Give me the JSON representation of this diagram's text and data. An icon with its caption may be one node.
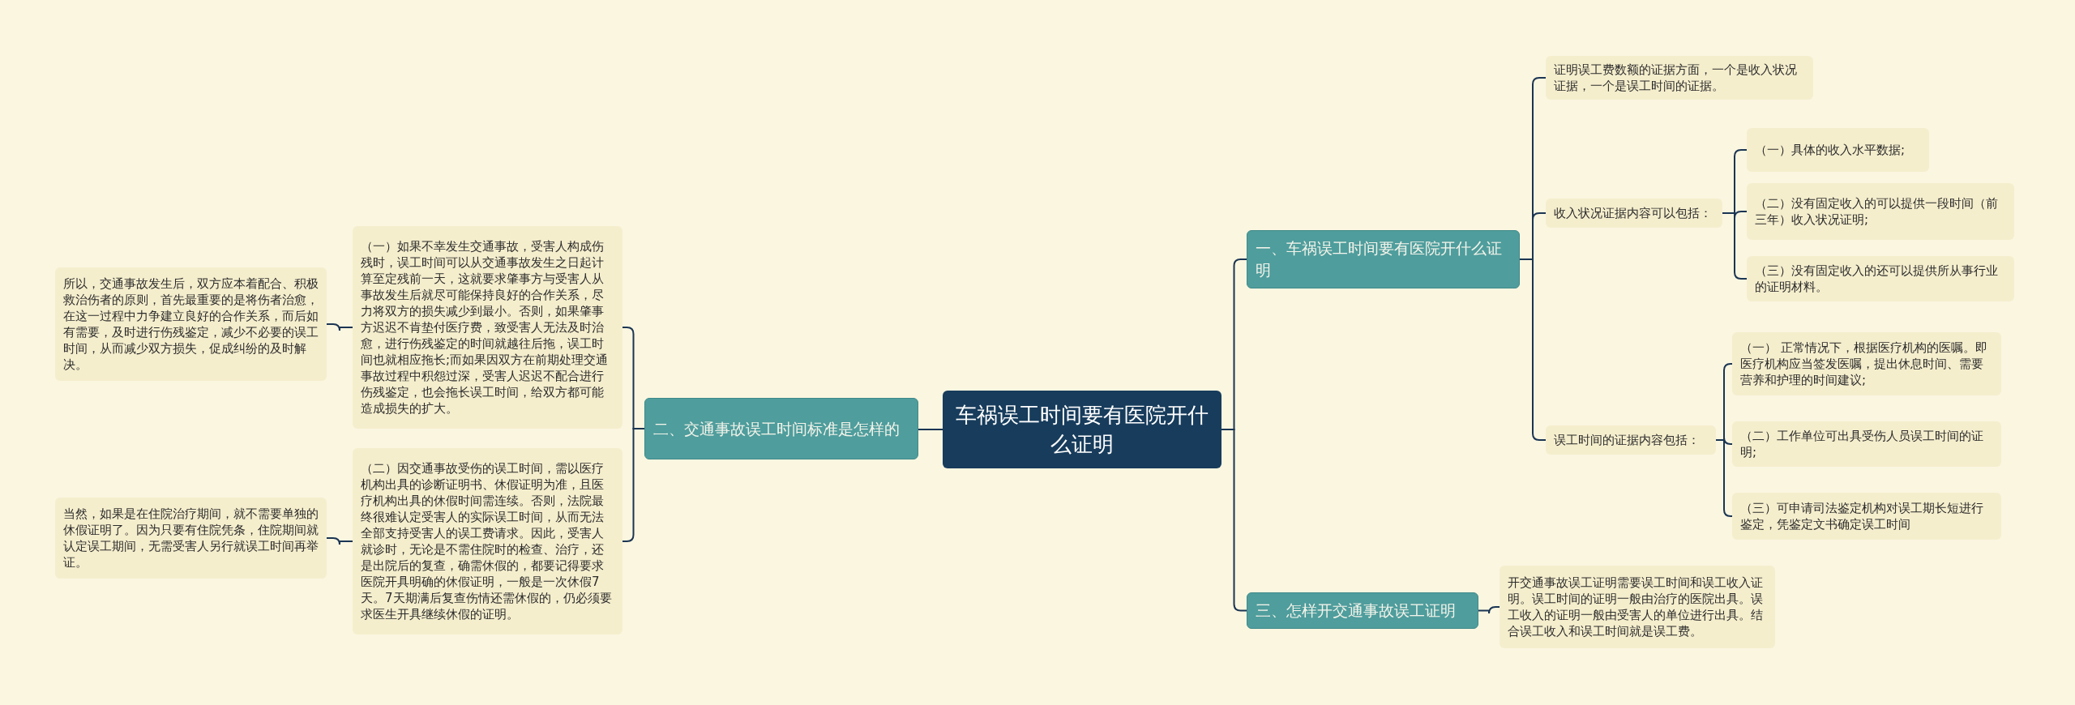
{
  "diagram": {
    "nodes": [
      {
        "text": [
          "车祸误工时间要有医院开什么证明"
        ]
      },
      {
        "text": [
          "一、车祸误工时间要有医院开什么证明"
        ]
      },
      {
        "text": [
          "证明误工费数额的证据方面，一个是收入状况证据，一个是误工时间的证据。"
        ]
      },
      {
        "text": [
          "收入状况证据内容可以包括："
        ]
      },
      {
        "text": [
          "（一）具体的收入水平数据;"
        ]
      },
      {
        "text": [
          "（二）没有固定收入的可以提供一段时间（前三年）收入状况证明;"
        ]
      },
      {
        "text": [
          "（三）没有固定收入的还可以提供所从事行业的证明材料。"
        ]
      },
      {
        "text": [
          "误工时间的证据内容包括："
        ]
      },
      {
        "text": [
          "（一） 正常情况下，根据医疗机构的医嘱。即医疗机构应当签发医嘱，提出休息时间、需要营养和护理的时间建议;"
        ]
      },
      {
        "text": [
          "（二）工作单位可出具受伤人员误工时间的证明;"
        ]
      },
      {
        "text": [
          "（三）可申请司法鉴定机构对误工期长短进行鉴定，凭鉴定文书确定误工时间"
        ]
      },
      {
        "text": [
          "三、怎样开交通事故误工证明"
        ]
      },
      {
        "text": [
          "开交通事故误工证明需要误工时间和误工收入证明。误工时间的证明一般由治疗的医院出具。误工收入的证明一般由受害人的单位进行出具。结合误工收入和误工时间就是误工费。"
        ]
      },
      {
        "text": [
          "二、交通事故误工时间标准是怎样的"
        ]
      },
      {
        "text": [
          "（一）如果不幸发生交通事故，受害人构成伤残时，误工时间可以从交通事故发生之日起计算至定残前一天，这就要求肇事方与受害人从事故发生后就尽可能保持良好的合作关系，尽力将双方的损失减少到最小。否则，如果肇事方迟迟不肯垫付医疗费，致受害人无法及时治愈，进行伤残鉴定的时间就越往后拖，误工时间也就相应拖长;而如果因双方在前期处理交通事故过程中积怨过深，受害人迟迟不配合进行伤残鉴定，也会拖长误工时间，给双方都可能造成损失的扩大。"
        ]
      },
      {
        "text": [
          "所以，交通事故发生后，双方应本着配合、积极救治伤者的原则，首先最重要的是将伤者治愈，在这一过程中力争建立良好的合作关系，而后如有需要，及时进行伤残鉴定，减少不必要的误工时间，从而减少双方损失，促成纠纷的及时解决。"
        ]
      },
      {
        "text": [
          "（二）因交通事故受伤的误工时间，需以医疗机构出具的诊断证明书、休假证明为准，且医疗机构出具的休假时间需连续。否则，法院最终很难认定受害人的实际误工时间，从而无法全部支持受害人的误工费请求。因此，受害人就诊时，无论是不需住院时的检查、治疗，还是出院后的复查，确需休假的，都要记得要求医院开具明确的休假证明，一般是一次休假7天。7天期满后复查伤情还需休假的，仍必须要求医生开具继续休假的证明。"
        ]
      },
      {
        "text": [
          "当然，如果是在住院治疗期间，就不需要单独的休假证明了。因为只要有住院凭条，住院期间就认定误工期间，无需受害人另行就误工时间再举证。"
        ]
      }
    ],
    "edges": [
      {
        "from": 0,
        "to": 1,
        "arrow": "none"
      },
      {
        "from": 1,
        "to": 2,
        "arrow": "none"
      },
      {
        "from": 1,
        "to": 3,
        "arrow": "none"
      },
      {
        "from": 3,
        "to": 4,
        "arrow": "none"
      },
      {
        "from": 3,
        "to": 5,
        "arrow": "none"
      },
      {
        "from": 3,
        "to": 6,
        "arrow": "none"
      },
      {
        "from": 1,
        "to": 7,
        "arrow": "none"
      },
      {
        "from": 7,
        "to": 8,
        "arrow": "none"
      },
      {
        "from": 7,
        "to": 9,
        "arrow": "none"
      },
      {
        "from": 7,
        "to": 10,
        "arrow": "none"
      },
      {
        "from": 0,
        "to": 11,
        "arrow": "none"
      },
      {
        "from": 11,
        "to": 12,
        "arrow": "none"
      },
      {
        "from": 0,
        "to": 13,
        "arrow": "none"
      },
      {
        "from": 13,
        "to": 14,
        "arrow": "none"
      },
      {
        "from": 14,
        "to": 15,
        "arrow": "none"
      },
      {
        "from": 13,
        "to": 16,
        "arrow": "none"
      },
      {
        "from": 16,
        "to": 17,
        "arrow": "none"
      }
    ]
  }
}
